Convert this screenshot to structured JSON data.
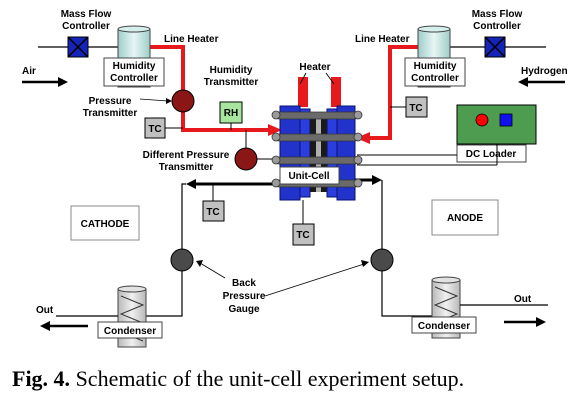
{
  "labels": {
    "mass_flow_left": [
      "Mass Flow",
      "Controller"
    ],
    "mass_flow_right": [
      "Mass Flow",
      "Controller"
    ],
    "line_heater_left": "Line Heater",
    "line_heater_right": "Line Heater",
    "heater": "Heater",
    "humidity_controller": [
      "Humidity",
      "Controller"
    ],
    "humidity_transmitter": [
      "Humidity",
      "Transmitter"
    ],
    "air": "Air",
    "hydrogen": "Hydrogen",
    "pressure_transmitter": [
      "Pressure",
      "Transmitter"
    ],
    "different_pressure_transmitter": [
      "Different Pressure",
      "Transmitter"
    ],
    "tc": "TC",
    "rh": "RH",
    "dc_loader": "DC Loader",
    "unit_cell": "Unit-Cell",
    "cathode": "CATHODE",
    "anode": "ANODE",
    "back_pressure_gauge": [
      "Back",
      "Pressure",
      "Gauge"
    ],
    "out": "Out",
    "condenser": "Condenser"
  },
  "caption": {
    "prefix": "Fig. 4.",
    "text": " Schematic of the unit-cell experiment setup."
  },
  "colors": {
    "heater_line": "#e8191d",
    "mass_flow": "#1424b8",
    "humidity_cyl": "#bfe3e0",
    "pressure_transmitter": "#8b1616",
    "rh": "#a8e6a0",
    "tc": "#c0c0c0",
    "gauge": "#4a4a4a",
    "cell": "#2233cc",
    "dc_loader": "#4e9c50",
    "dc_red": "#ff0000",
    "dc_blue": "#1010ee"
  }
}
